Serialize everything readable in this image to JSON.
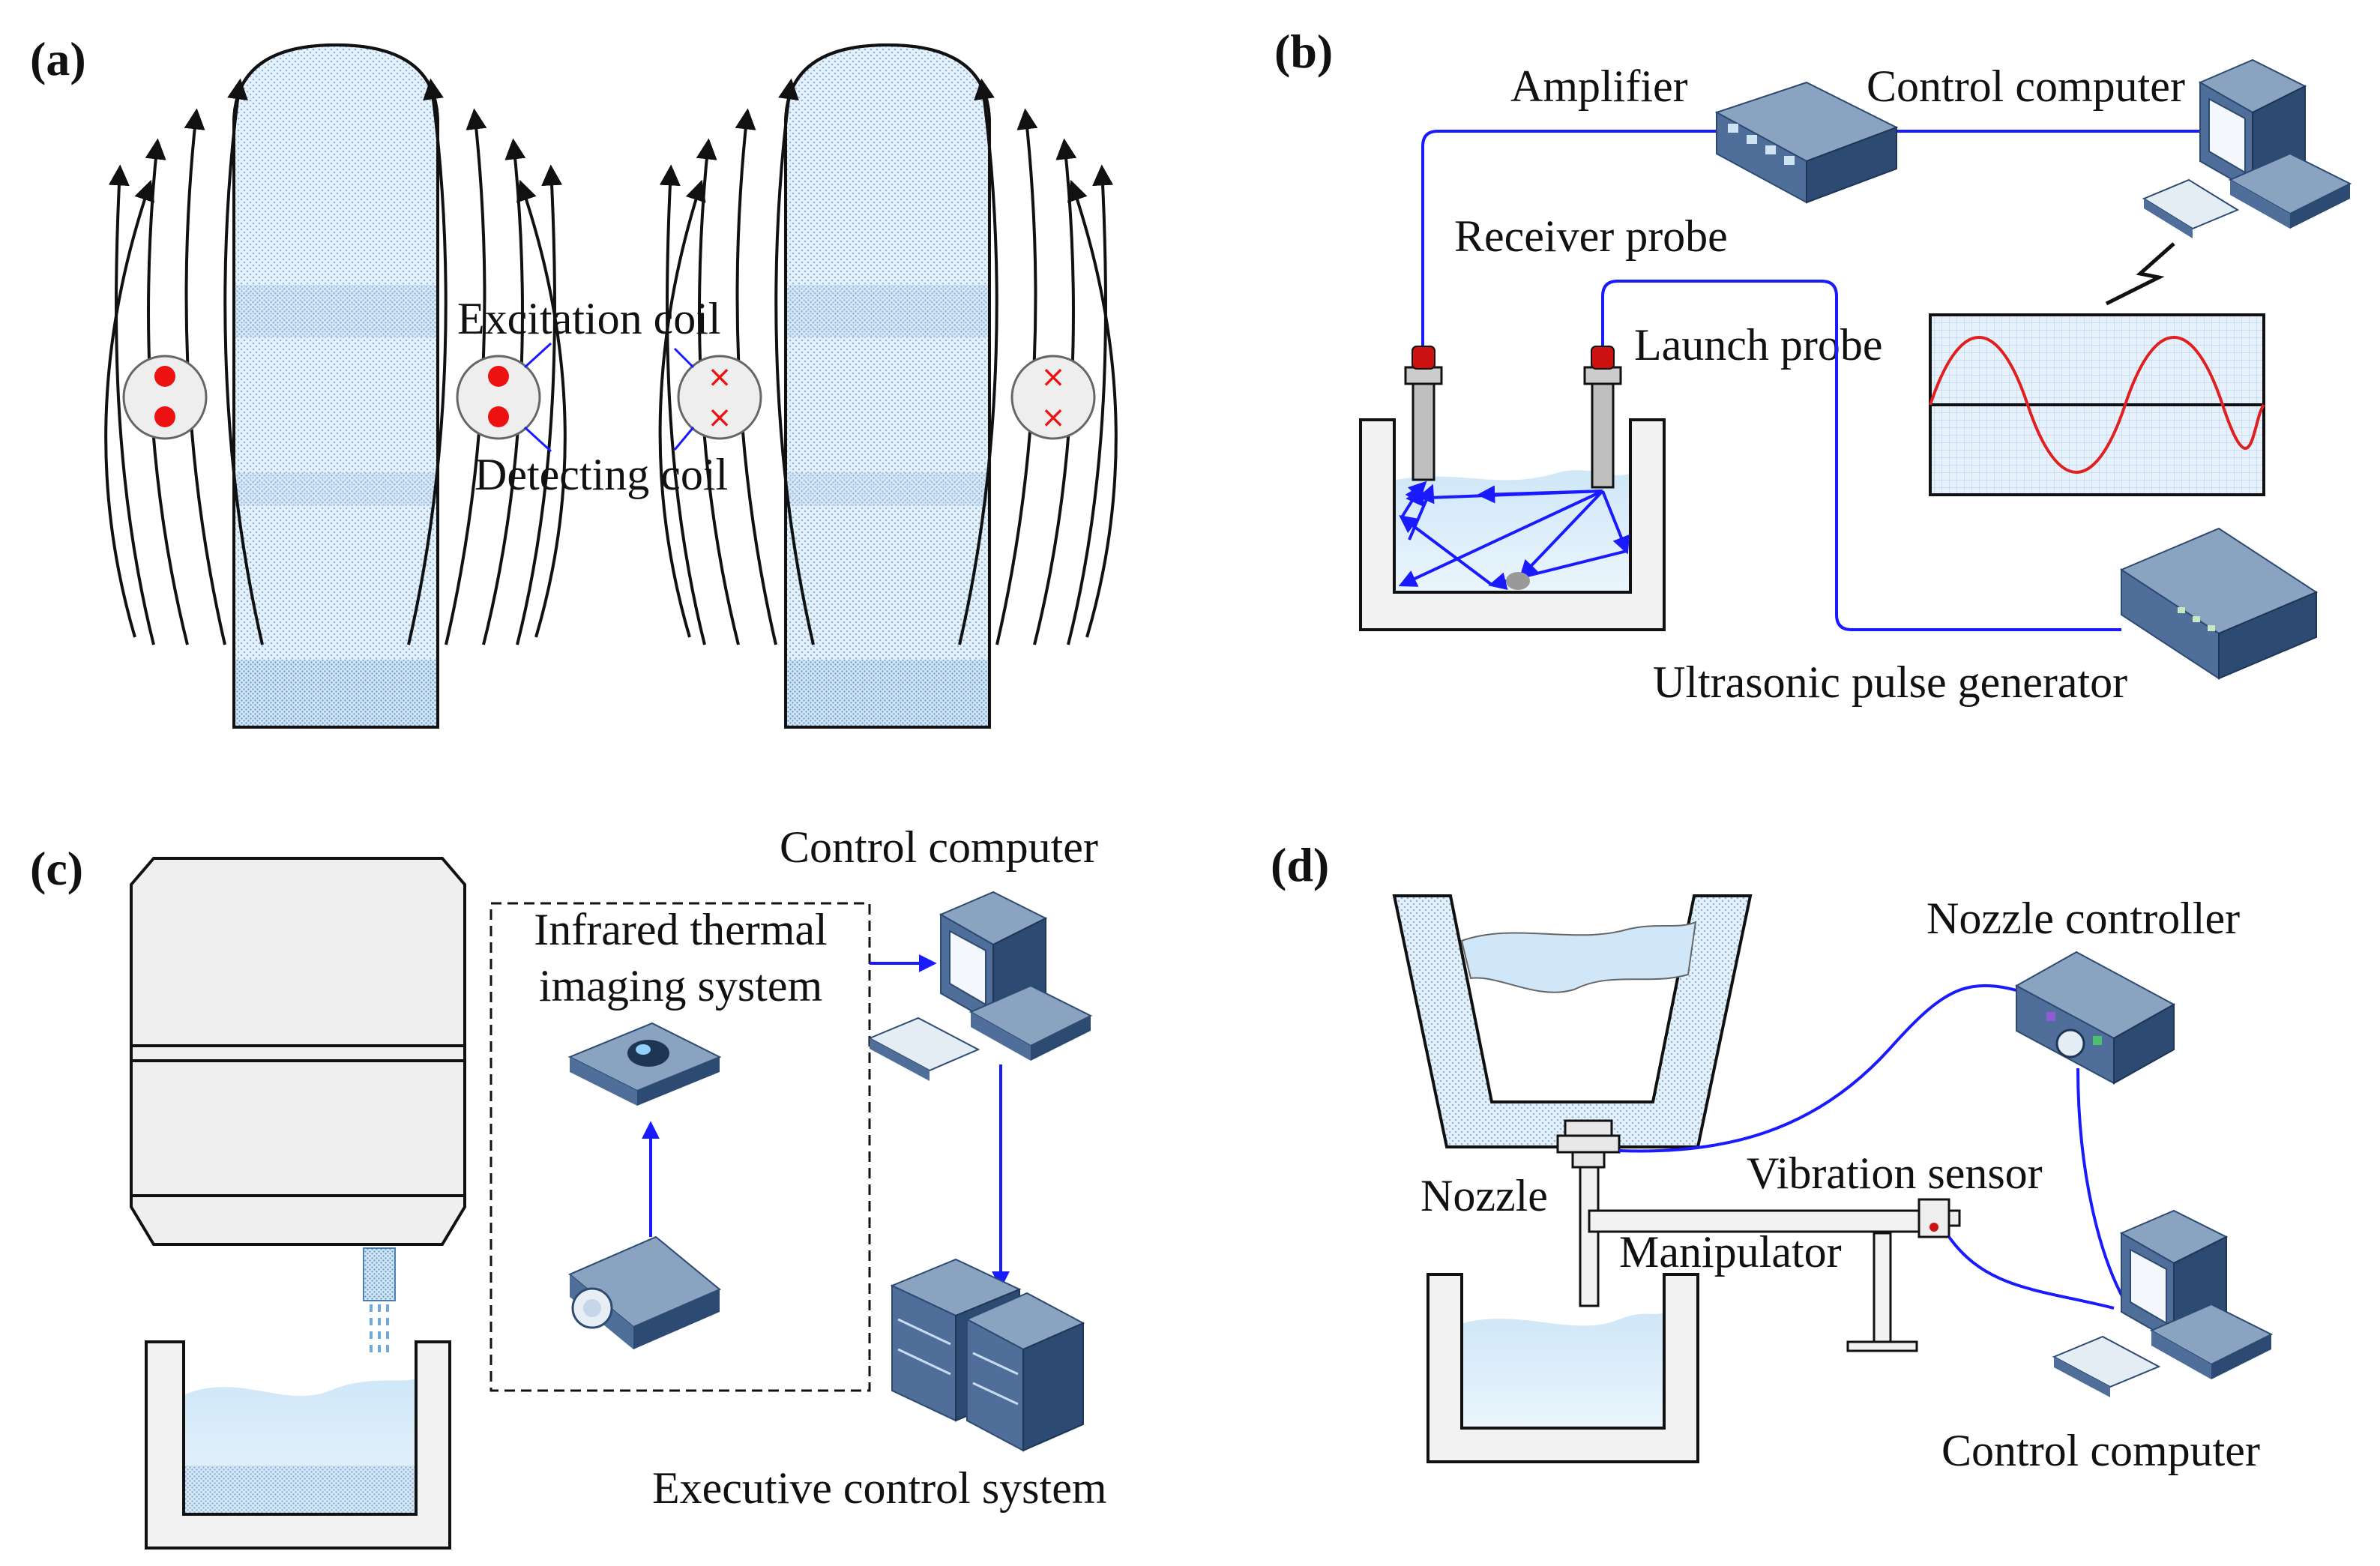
{
  "colors": {
    "line_blue": "#1a1aff",
    "liquid_light": "#d6ecf9",
    "tank_fill": "#f2f2f2",
    "coil_dot_red": "#ee1111",
    "device_top": "#8aa3c0",
    "device_side": "#2d4a72",
    "device_front": "#4f6f9a",
    "wave_red": "#e02020",
    "grid_bg": "#e7f1fb",
    "black": "#111111"
  },
  "panels": {
    "a": {
      "label": "(a)",
      "excitation_coil": "Excitation coil",
      "detecting_coil": "Detecting coil"
    },
    "b": {
      "label": "(b)",
      "amplifier": "Amplifier",
      "control_computer": "Control computer",
      "receiver_probe": "Receiver probe",
      "launch_probe": "Launch probe",
      "pulse_generator": "Ultrasonic pulse generator"
    },
    "c": {
      "label": "(c)",
      "control_computer": "Control computer",
      "infrared_line1": "Infrared thermal",
      "infrared_line2": "imaging system",
      "executive": "Executive control system"
    },
    "d": {
      "label": "(d)",
      "nozzle_controller": "Nozzle controller",
      "vibration_sensor": "Vibration sensor",
      "nozzle": "Nozzle",
      "manipulator": "Manipulator",
      "control_computer": "Control computer"
    }
  }
}
